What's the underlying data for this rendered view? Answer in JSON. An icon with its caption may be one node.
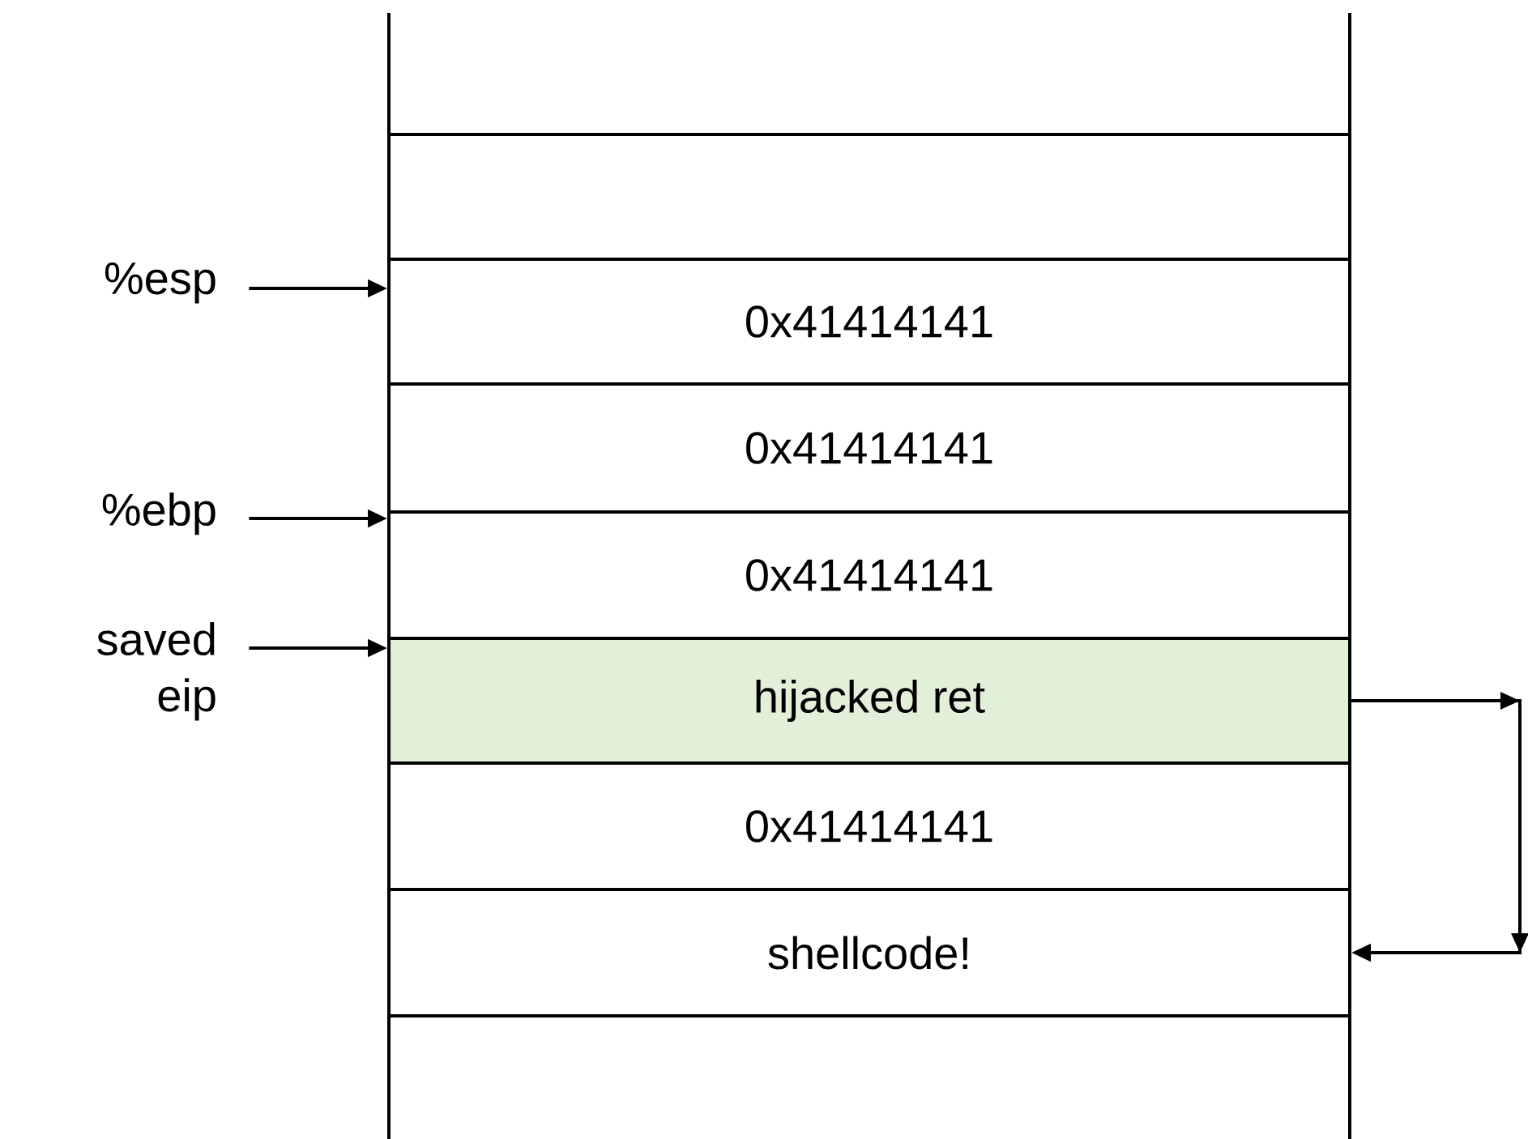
{
  "diagram": {
    "nodes": [
      {
        "text": [],
        "shape": "box"
      },
      {
        "text": [
          "%esp"
        ]
      },
      {
        "text": [
          "0x41414141"
        ]
      },
      {
        "text": [
          "0x41414141"
        ]
      },
      {
        "text": [
          "%ebp"
        ]
      },
      {
        "text": [
          "0x41414141"
        ]
      },
      {
        "text": [
          "saved eip"
        ]
      },
      {
        "text": [
          "hijacked ret"
        ]
      },
      {
        "text": [
          "0x41414141"
        ]
      },
      {
        "text": [
          "shellcode!"
        ]
      }
    ],
    "edges": [
      {
        "from": 1,
        "to": 2,
        "arrow": "to"
      },
      {
        "from": 4,
        "to": 5,
        "arrow": "to"
      },
      {
        "from": 6,
        "to": 7,
        "arrow": "to"
      },
      {
        "from": 7,
        "to": 9,
        "arrow": "to"
      }
    ]
  }
}
